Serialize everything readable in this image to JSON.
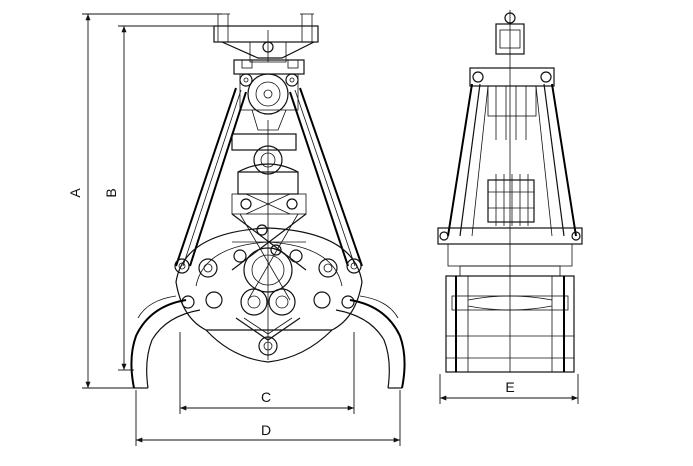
{
  "dimensions": {
    "a_label": "A",
    "b_label": "B",
    "c_label": "C",
    "d_label": "D",
    "e_label": "E"
  }
}
